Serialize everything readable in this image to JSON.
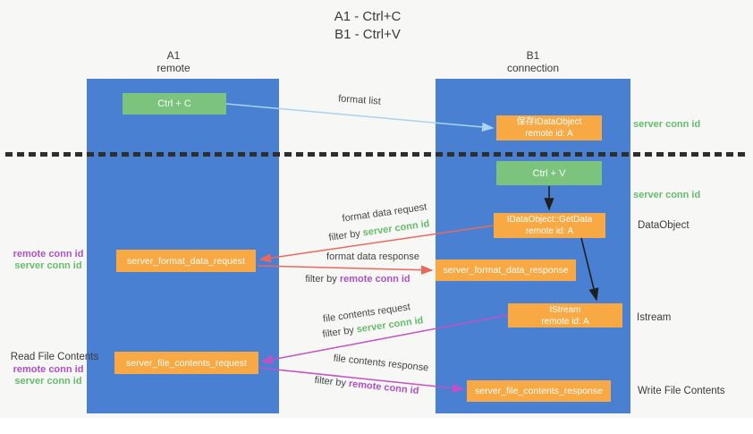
{
  "title": {
    "line1": "A1 - Ctrl+C",
    "line2": "B1 - Ctrl+V"
  },
  "lanes": {
    "a1": {
      "name": "A1",
      "sub": "remote"
    },
    "b1": {
      "name": "B1",
      "sub": "connection"
    }
  },
  "nodes": {
    "ctrl_c": {
      "label": "Ctrl + C"
    },
    "save_idataobject": {
      "line1": "保存IDataObject",
      "line2": "remote id: A"
    },
    "ctrl_v": {
      "label": "Ctrl + V"
    },
    "getdata": {
      "line1": "IDataObject::GetData",
      "line2": "remote id: A"
    },
    "server_format_data_request": {
      "label": "server_format_data_request"
    },
    "server_format_data_response": {
      "label": "server_format_data_response"
    },
    "istream": {
      "line1": "IStream",
      "line2": "remote id: A"
    },
    "server_file_contents_request": {
      "label": "server_file_contents_request"
    },
    "server_file_contents_response": {
      "label": "server_file_contents_response"
    }
  },
  "arrows": {
    "format_list": {
      "label": "format list"
    },
    "format_data_request": {
      "label": "format data request",
      "filter_prefix": "filter by",
      "filter_key": "server conn id"
    },
    "format_data_response": {
      "label": "format data response",
      "filter_prefix": "filter by",
      "filter_key": "remote conn id"
    },
    "file_contents_request": {
      "label": "file contents request",
      "filter_prefix": "filter by",
      "filter_key": "server conn id"
    },
    "file_contents_response": {
      "label": "file contents response",
      "filter_prefix": "filter by",
      "filter_key": "remote conn id"
    }
  },
  "annotations": {
    "server_conn_id_top": "server conn id",
    "server_conn_id_mid": "server conn id",
    "dataobject": "DataObject",
    "istream": "Istream",
    "read_file_contents": "Read File Contents",
    "write_file_contents": "Write File Contents",
    "left_top": {
      "remote": "remote conn id",
      "server": "server conn id"
    },
    "left_bottom": {
      "remote": "remote conn id",
      "server": "server conn id"
    }
  },
  "colors": {
    "lane_blue": "#4a80d2",
    "green_box": "#7cc47e",
    "orange_box": "#f9a944",
    "green_text": "#65bd6b",
    "purple_text": "#b050c5",
    "red_arrow": "#ec685c",
    "magenta_arrow": "#c351c5",
    "blue_arrow": "#a9d3f2",
    "black_arrow": "#1f1f1f"
  }
}
